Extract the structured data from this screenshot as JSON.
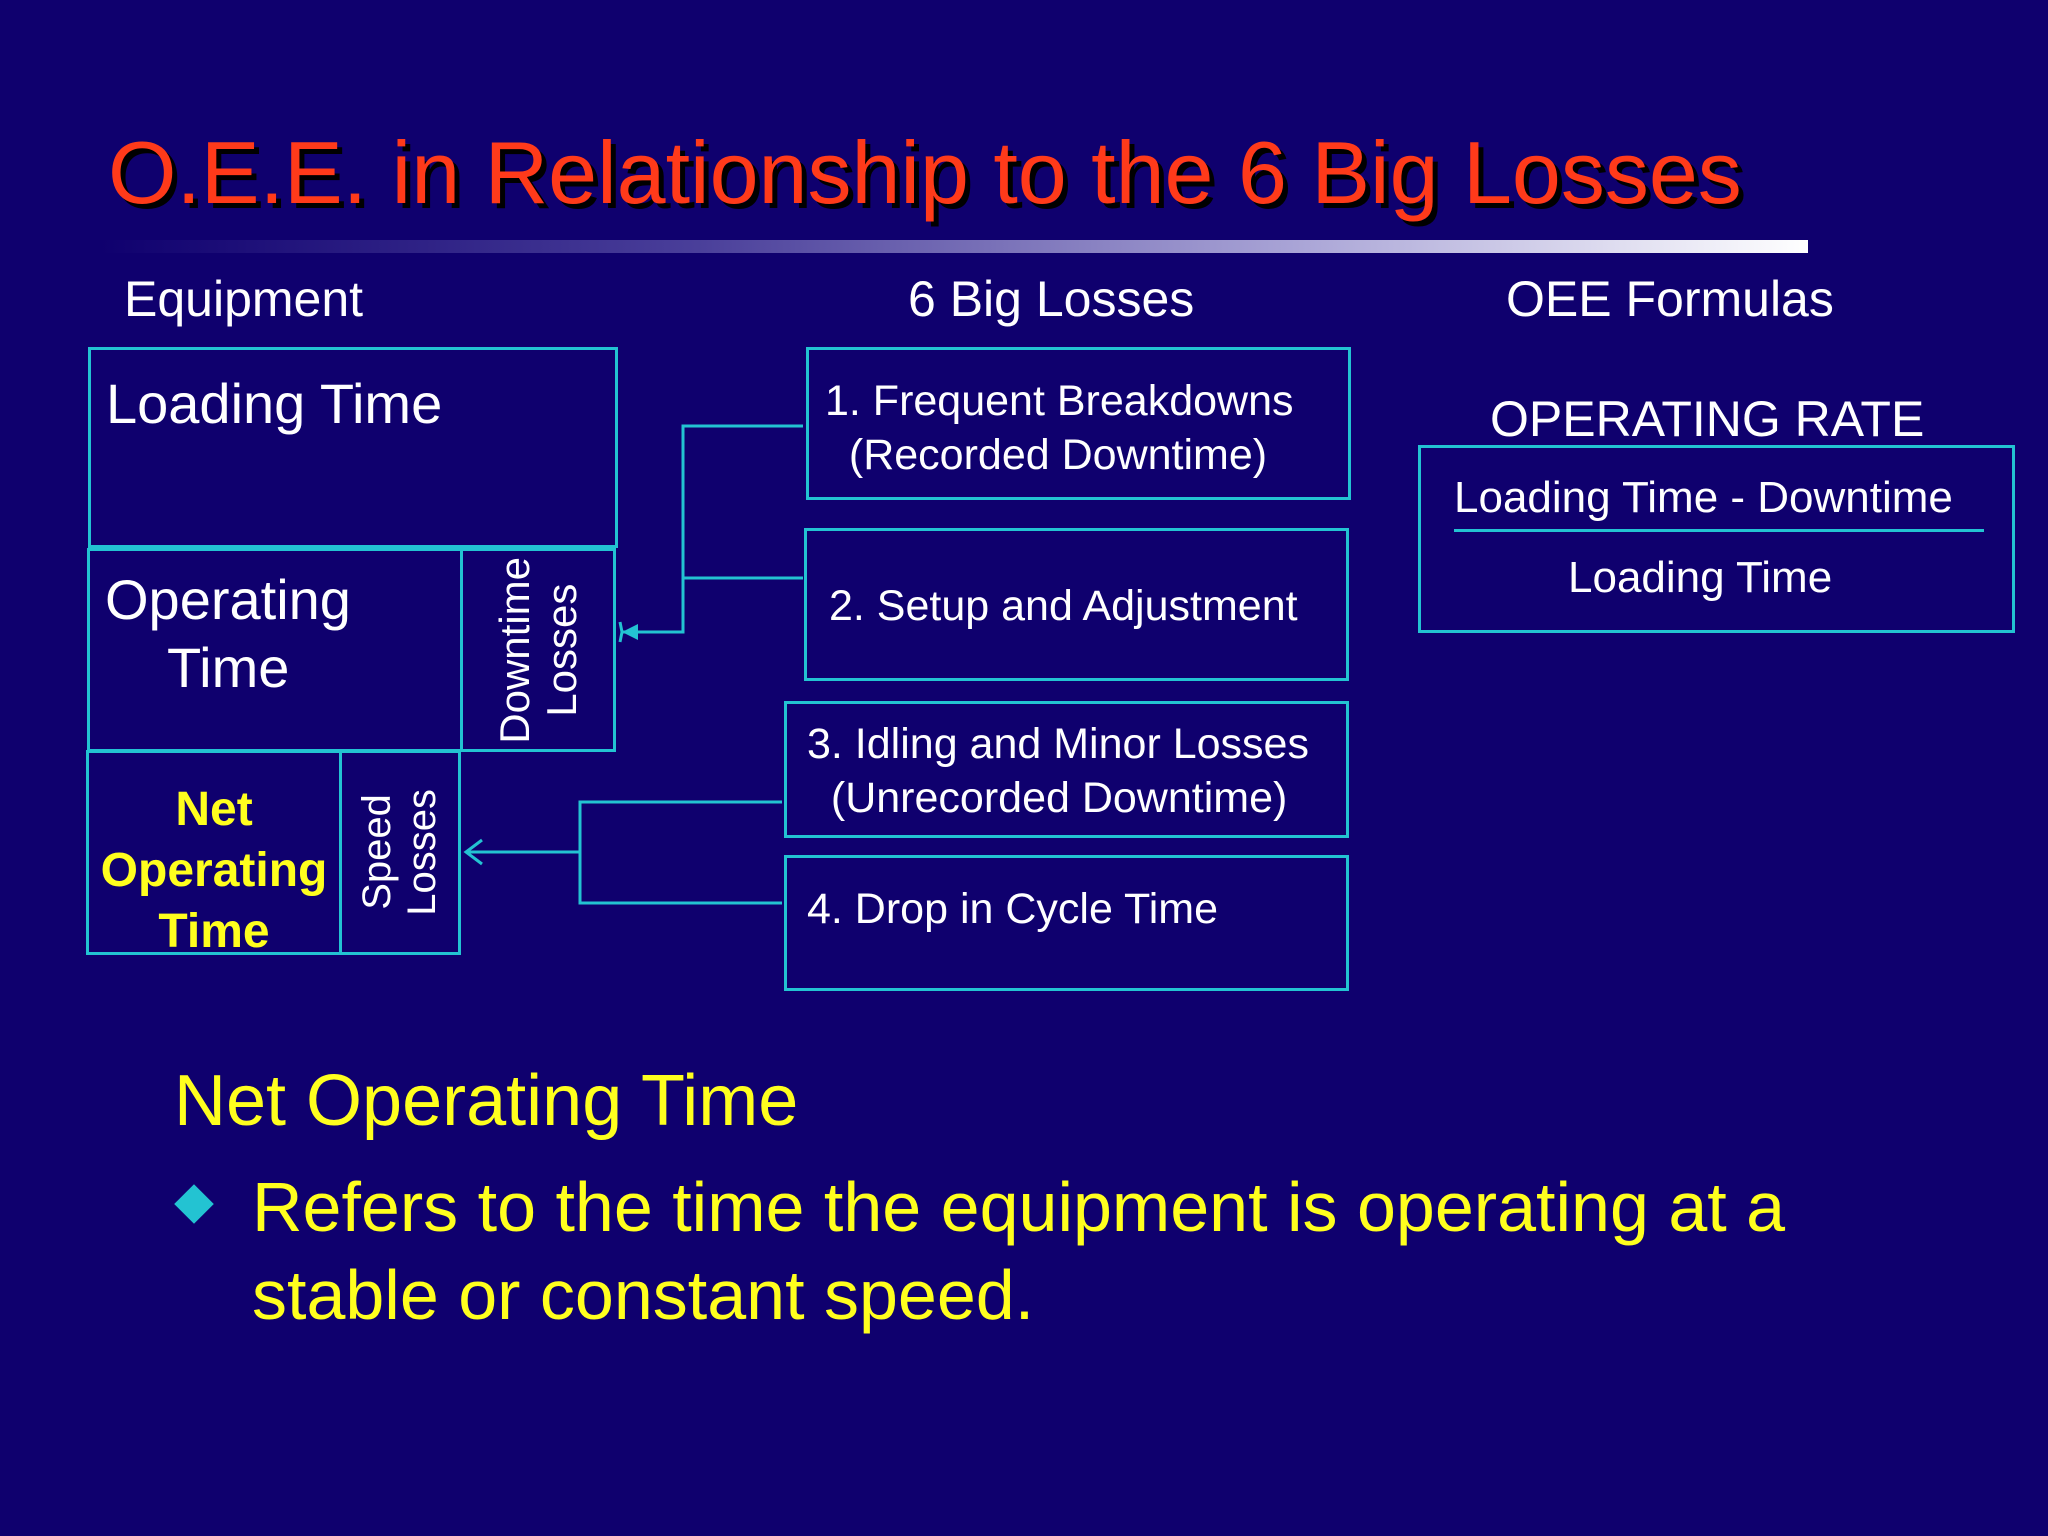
{
  "slide": {
    "title": "O.E.E. in Relationship to the 6 Big Losses"
  },
  "columns": {
    "equipment": "Equipment",
    "losses": "6 Big Losses",
    "formulas": "OEE Formulas"
  },
  "equipment": {
    "loading_time": "Loading Time",
    "operating_time_line1": "Operating",
    "operating_time_line2": "Time",
    "downtime_losses": "Downtime\nLosses",
    "net_operating_line1": "Net",
    "net_operating_line2": "Operating",
    "net_operating_line3": "Time",
    "speed_losses": "Speed\nLosses"
  },
  "losses": [
    "1. Frequent Breakdowns\n  (Recorded Downtime)",
    "2. Setup and Adjustment",
    "3. Idling and Minor Losses\n  (Unrecorded Downtime)",
    "4. Drop in Cycle Time"
  ],
  "formula": {
    "heading": "OPERATING RATE",
    "numerator": "Loading Time - Downtime",
    "denominator": "Loading Time"
  },
  "bottom": {
    "heading": "Net Operating Time",
    "bullet": "Refers to the time the equipment is operating at a stable or constant speed."
  },
  "colors": {
    "background": "#0f006e",
    "title": "#ff3a1a",
    "box_border": "#23c3d2",
    "highlight_text": "#ffff1e",
    "bullet_marker": "#23c3d2"
  }
}
